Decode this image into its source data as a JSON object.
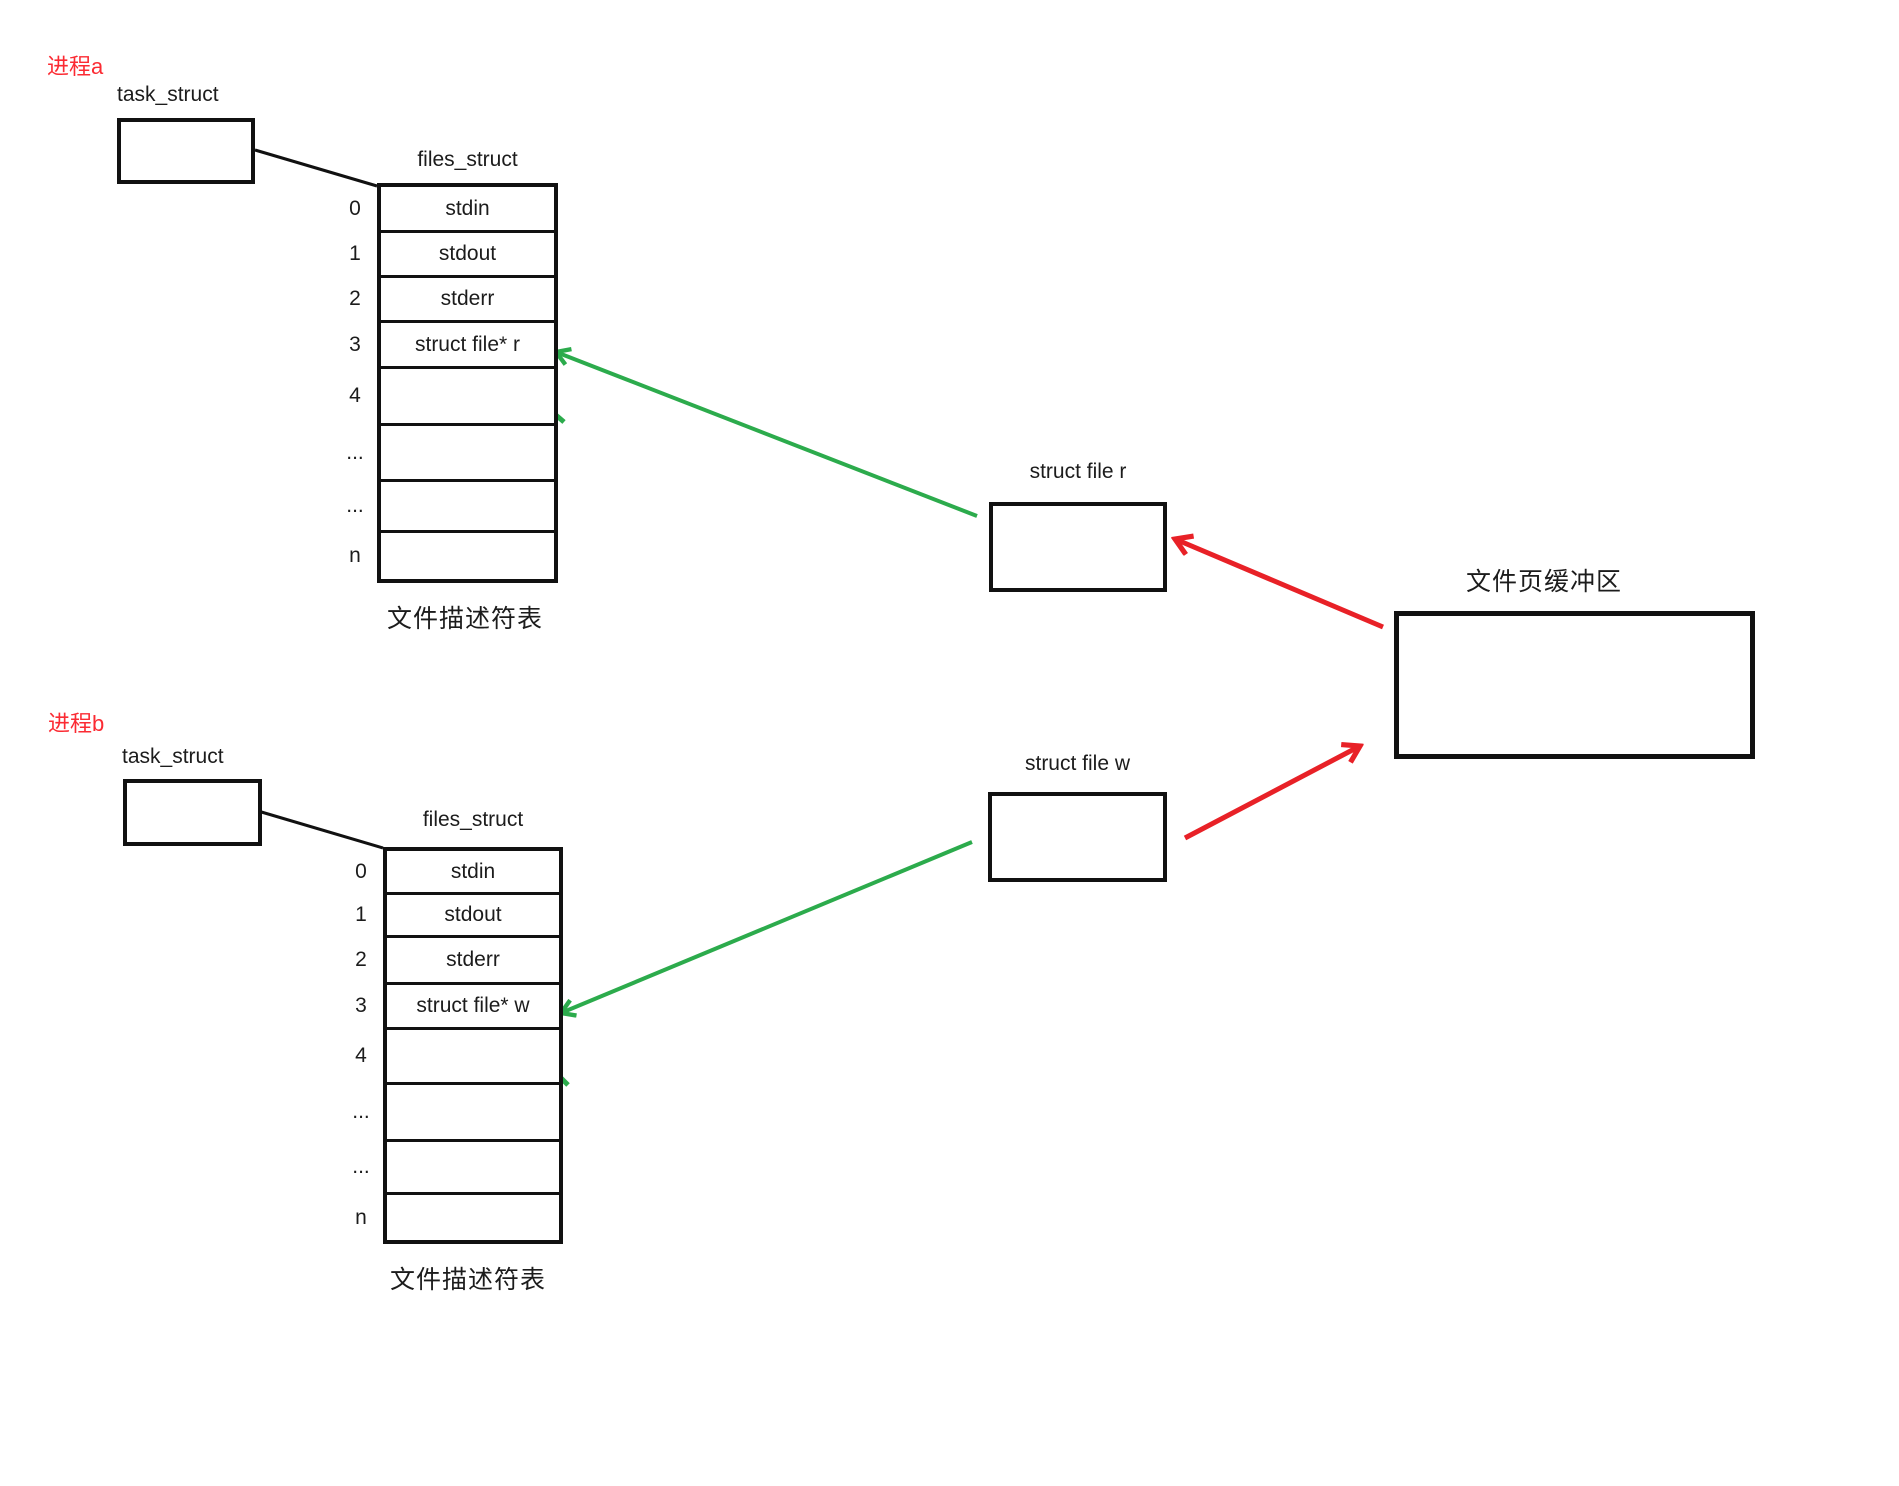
{
  "colors": {
    "process_title_red": "#fb2b33",
    "arrow_red": "#e82127",
    "arrow_green": "#2cab4c",
    "line_black": "#111111"
  },
  "process_a": {
    "title": "进程a",
    "task_struct_label": "task_struct",
    "files_struct_label": "files_struct",
    "fd_table_caption": "文件描述符表",
    "rows": [
      {
        "index": "0",
        "value": "stdin"
      },
      {
        "index": "1",
        "value": "stdout"
      },
      {
        "index": "2",
        "value": "stderr"
      },
      {
        "index": "3",
        "value": "struct file* r"
      },
      {
        "index": "4",
        "value": ""
      },
      {
        "index": "...",
        "value": ""
      },
      {
        "index": "...",
        "value": ""
      },
      {
        "index": "n",
        "value": ""
      }
    ]
  },
  "process_b": {
    "title": "进程b",
    "task_struct_label": "task_struct",
    "files_struct_label": "files_struct",
    "fd_table_caption": "文件描述符表",
    "rows": [
      {
        "index": "0",
        "value": "stdin"
      },
      {
        "index": "1",
        "value": "stdout"
      },
      {
        "index": "2",
        "value": "stderr"
      },
      {
        "index": "3",
        "value": "struct file* w"
      },
      {
        "index": "4",
        "value": ""
      },
      {
        "index": "...",
        "value": ""
      },
      {
        "index": "...",
        "value": ""
      },
      {
        "index": "n",
        "value": ""
      }
    ]
  },
  "struct_file_r": {
    "label": "struct file r"
  },
  "struct_file_w": {
    "label": "struct file w"
  },
  "page_buffer": {
    "label": "文件页缓冲区"
  }
}
